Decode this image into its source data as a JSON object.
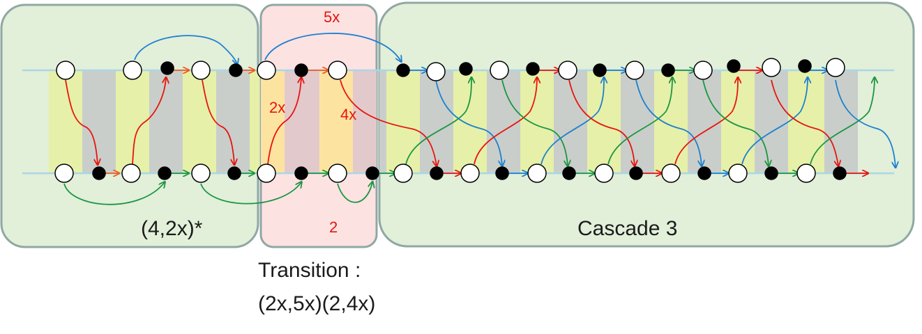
{
  "labels": {
    "left_region": "(4,2x)*",
    "right_region": "Cascade 3",
    "transition_title": "Transition :",
    "transition_formula": "(2x,5x)(2,4x)"
  },
  "annotations": {
    "top_arc": "5x",
    "left_arrow": "2x",
    "right_arrow": "4x",
    "bottom_arc": "2"
  },
  "colors": {
    "region_green": "#e2efd9",
    "region_pink": "#fde2e2",
    "region_border": "#8fa8a4",
    "stripe_yellow": "#e6f0a8",
    "stripe_gray": "#c9ceca",
    "stripe_peach": "#fde3a0",
    "stripe_rose": "#e2c9cc",
    "track": "#a9d7e6",
    "red": "#e8140c",
    "orange": "#f05a1c",
    "green": "#1a9641",
    "blue": "#1b80d0"
  }
}
